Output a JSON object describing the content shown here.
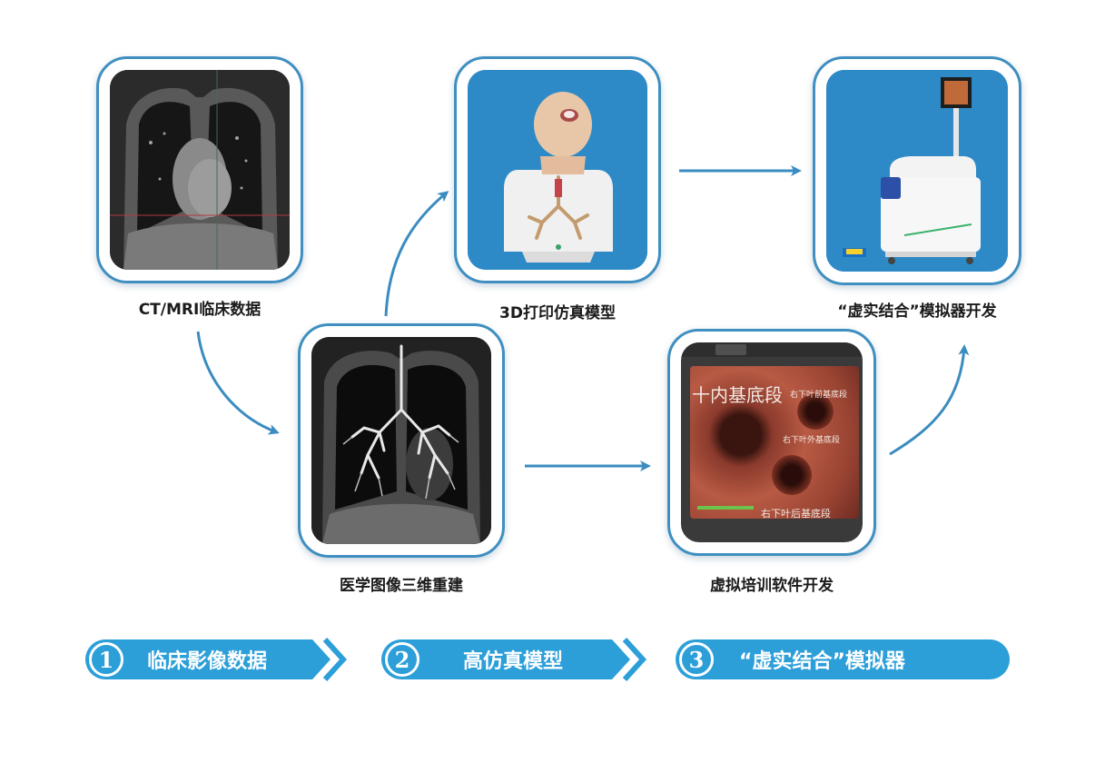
{
  "cards": {
    "ct": {
      "label": "CT/MRI临床数据"
    },
    "recon": {
      "label": "医学图像三维重建"
    },
    "print3d": {
      "label": "3D打印仿真模型"
    },
    "vr": {
      "label": "虚拟培训软件开发",
      "overlay_big": "十内基底段",
      "overlay_1": "右下叶前基底段",
      "overlay_2": "右下叶外基底段",
      "overlay_3": "右下叶后基底段"
    },
    "sim": {
      "label": "“虚实结合”模拟器开发"
    }
  },
  "steps": [
    {
      "number": "1",
      "text": "临床影像数据"
    },
    {
      "number": "2",
      "text": "高仿真模型"
    },
    {
      "number": "3",
      "text": "“虚实结合”模拟器"
    }
  ],
  "colors": {
    "accent": "#2c9fd9",
    "card_border": "#3f8fc0",
    "arrow": "#3b8cc0",
    "card_bg_blue": "#2e8ac7"
  }
}
